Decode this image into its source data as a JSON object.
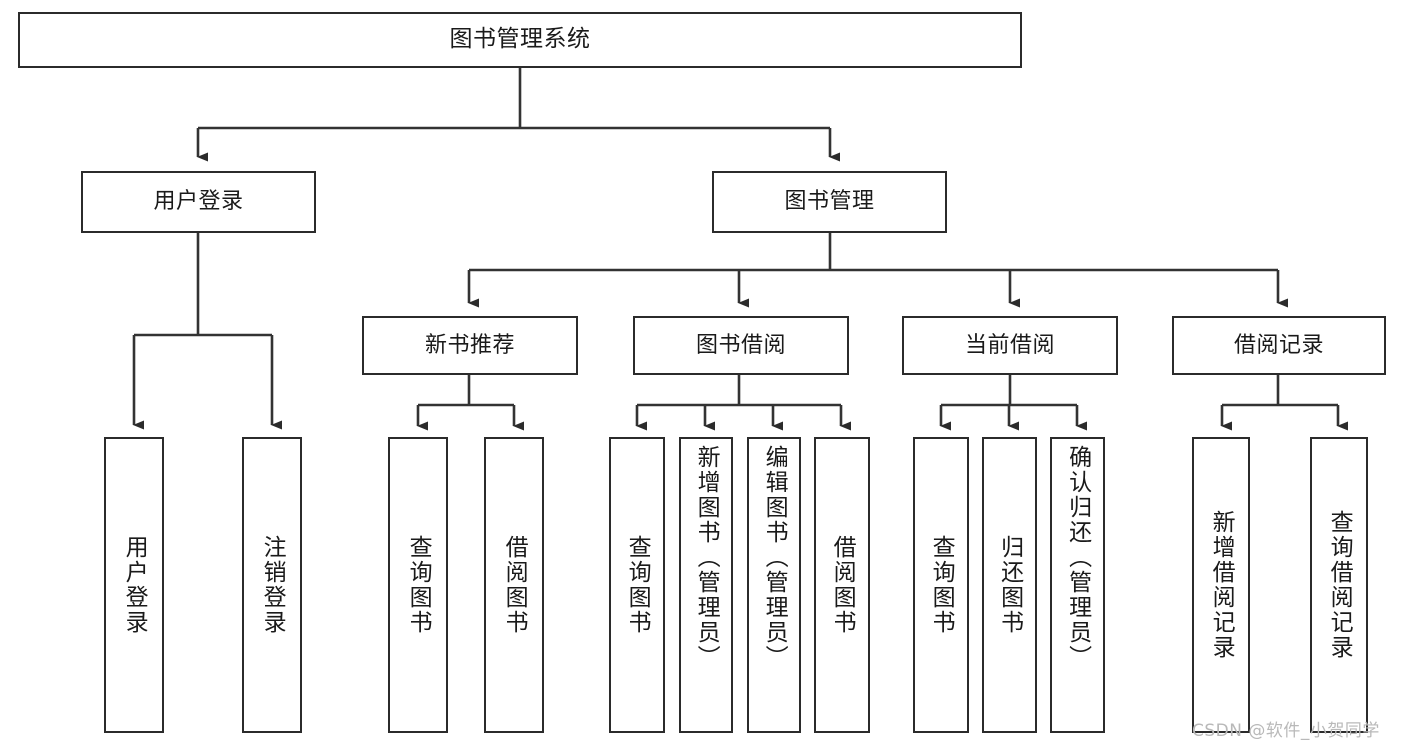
{
  "diagram": {
    "title": "图书管理系统",
    "type": "tree-structure-chart",
    "style": {
      "box_stroke": "#2b2b2b",
      "box_fill": "#ffffff",
      "connector_stroke": "#333333",
      "canvas_background": "#ffffff",
      "text_color": "#1a1a1a"
    },
    "nodes": {
      "root": {
        "label": "图书管理系统"
      },
      "level2": [
        {
          "id": "user-login",
          "label": "用户登录"
        },
        {
          "id": "book-manage",
          "label": "图书管理"
        }
      ],
      "level3": [
        {
          "id": "new-book-recommend",
          "label": "新书推荐"
        },
        {
          "id": "book-borrow",
          "label": "图书借阅"
        },
        {
          "id": "current-borrow",
          "label": "当前借阅"
        },
        {
          "id": "borrow-record",
          "label": "借阅记录"
        }
      ],
      "leaves": {
        "user_login": [
          {
            "id": "leaf-user-login",
            "label": "用户登录"
          },
          {
            "id": "leaf-logout-login",
            "label": "注销登录"
          }
        ],
        "new_book_recommend": [
          {
            "id": "leaf-query-book-1",
            "label": "查询图书"
          },
          {
            "id": "leaf-borrow-book-1",
            "label": "借阅图书"
          }
        ],
        "book_borrow": [
          {
            "id": "leaf-query-book-2",
            "label": "查询图书"
          },
          {
            "id": "leaf-add-book",
            "label": "新增图书（管理员）"
          },
          {
            "id": "leaf-edit-book",
            "label": "编辑图书（管理员）"
          },
          {
            "id": "leaf-borrow-book-2",
            "label": "借阅图书"
          }
        ],
        "current_borrow": [
          {
            "id": "leaf-query-book-3",
            "label": "查询图书"
          },
          {
            "id": "leaf-return-book",
            "label": "归还图书"
          },
          {
            "id": "leaf-confirm-return",
            "label": "确认归还（管理员）"
          }
        ],
        "borrow_record": [
          {
            "id": "leaf-add-record",
            "label": "新增借阅记录"
          },
          {
            "id": "leaf-query-record",
            "label": "查询借阅记录"
          }
        ]
      }
    }
  },
  "watermark": {
    "text": "CSDN @软件_小贺同学"
  }
}
